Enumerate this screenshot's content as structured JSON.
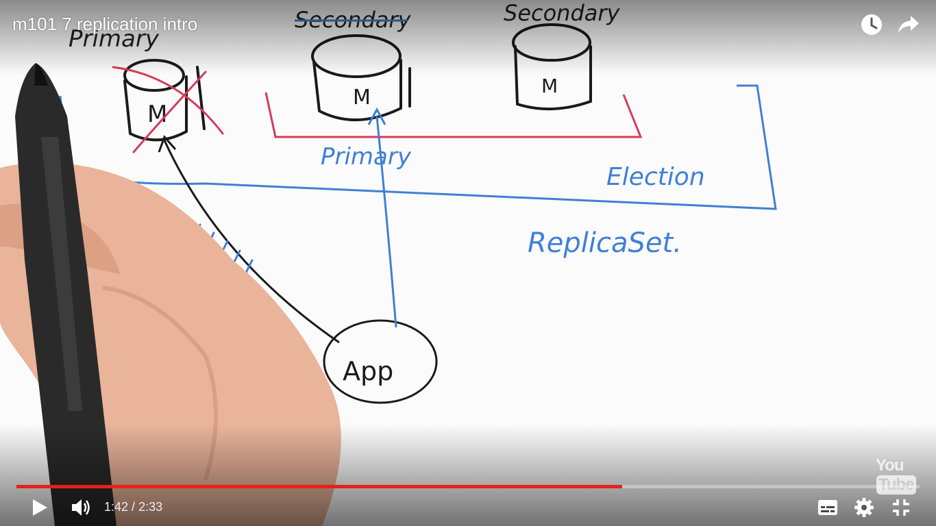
{
  "video": {
    "title": "m101 7 replication intro",
    "current_time": "1:42",
    "duration": "2:33",
    "progress_fraction": 0.671,
    "accent_color": "#e62117"
  },
  "whiteboard": {
    "labels": {
      "primary_top": "Primary",
      "secondary_1": "Secondary",
      "secondary_2": "Secondary",
      "new_primary": "Primary",
      "election": "Election",
      "replica_set": "ReplicaSet.",
      "app": "App",
      "db_m": "M"
    },
    "ink_colors": {
      "black": "#1a1a1a",
      "red": "#d63a5a",
      "blue": "#3f7fd6"
    }
  },
  "watermark": {
    "you": "You",
    "tube": "Tube"
  },
  "icons": {
    "watch_later": "clock-icon",
    "share": "share-arrow-icon",
    "play": "play-icon",
    "volume": "volume-icon",
    "subtitles": "subtitles-icon",
    "settings": "gear-icon",
    "exit_fullscreen": "exit-fullscreen-icon"
  }
}
